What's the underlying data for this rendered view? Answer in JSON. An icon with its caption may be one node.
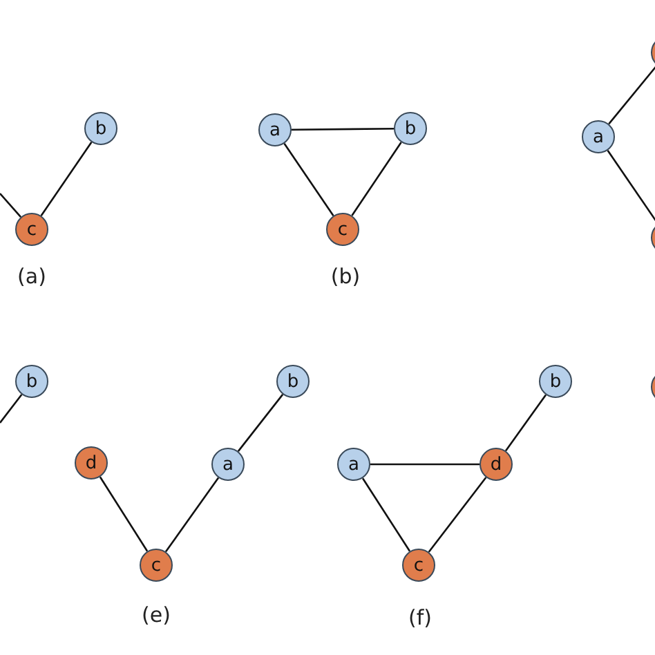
{
  "diagram": {
    "nodes": [
      {
        "text": [
          "b"
        ]
      },
      {
        "text": [
          "c"
        ]
      },
      {
        "text": [
          "a"
        ]
      },
      {
        "text": [
          "b"
        ]
      },
      {
        "text": [
          "c"
        ]
      },
      {
        "text": [],
        "shape": "circle"
      },
      {
        "text": [
          "a"
        ]
      },
      {
        "text": [],
        "shape": "circle"
      },
      {
        "text": [
          "b"
        ]
      },
      {
        "text": [
          "d"
        ]
      },
      {
        "text": [
          "a"
        ]
      },
      {
        "text": [
          "b"
        ]
      },
      {
        "text": [
          "c"
        ]
      },
      {
        "text": [
          "a"
        ]
      },
      {
        "text": [
          "d"
        ]
      },
      {
        "text": [
          "b"
        ]
      },
      {
        "text": [
          "c"
        ]
      },
      {
        "text": [],
        "shape": "circle"
      }
    ],
    "edges": [
      {
        "from": null,
        "to": 1,
        "arrow": "none"
      },
      {
        "from": 1,
        "to": 0,
        "arrow": "none"
      },
      {
        "from": 2,
        "to": 3,
        "arrow": "none"
      },
      {
        "from": 2,
        "to": 4,
        "arrow": "none"
      },
      {
        "from": 3,
        "to": 4,
        "arrow": "none"
      },
      {
        "from": 6,
        "to": 5,
        "arrow": "none"
      },
      {
        "from": 6,
        "to": 7,
        "arrow": "none"
      },
      {
        "from": 8,
        "to": null,
        "arrow": "none"
      },
      {
        "from": 9,
        "to": 12,
        "arrow": "none"
      },
      {
        "from": 12,
        "to": 10,
        "arrow": "none"
      },
      {
        "from": 10,
        "to": 11,
        "arrow": "none"
      },
      {
        "from": 13,
        "to": 14,
        "arrow": "none"
      },
      {
        "from": 13,
        "to": 16,
        "arrow": "none"
      },
      {
        "from": 16,
        "to": 14,
        "arrow": "none"
      },
      {
        "from": 14,
        "to": 15,
        "arrow": "none"
      }
    ],
    "labels": [
      "(a)",
      "(b)",
      "(e)",
      "(f)"
    ]
  }
}
